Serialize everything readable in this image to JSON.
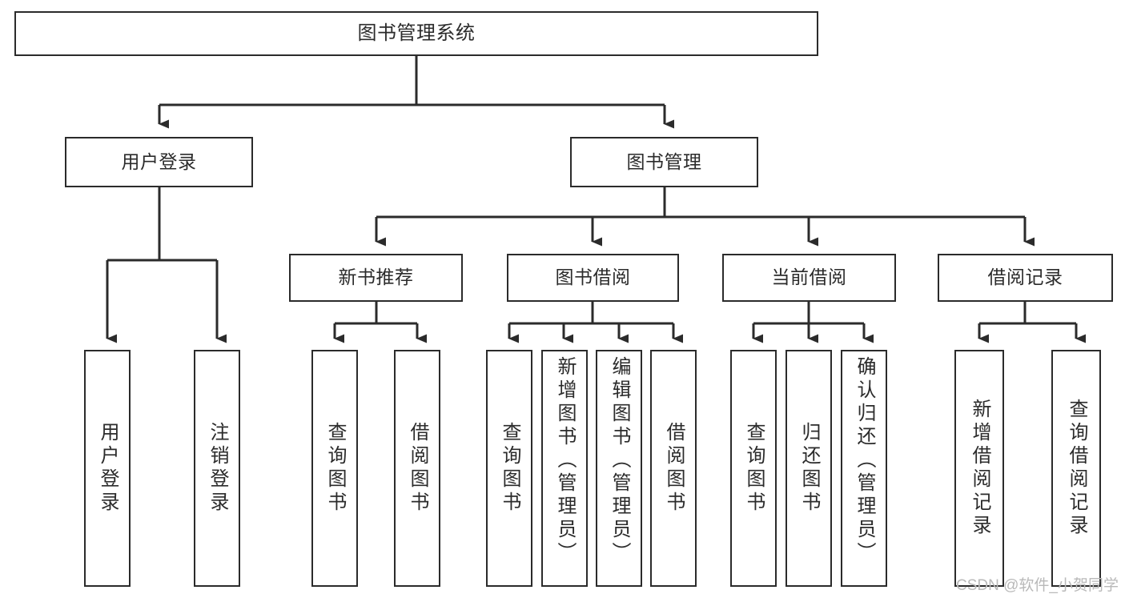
{
  "diagram": {
    "type": "tree",
    "title": "图书管理系统",
    "watermark": "CSDN @软件_小贺同学",
    "colors": {
      "box_border": "#2b2b2b",
      "box_fill": "#ffffff",
      "connector": "#2b2b2b",
      "watermark": "#b9b9b9",
      "background": "#ffffff"
    },
    "levels": {
      "root": {
        "label": "图书管理系统"
      },
      "level2": [
        {
          "label": "用户登录"
        },
        {
          "label": "图书管理"
        }
      ],
      "level3": [
        {
          "label": "新书推荐"
        },
        {
          "label": "图书借阅"
        },
        {
          "label": "当前借阅"
        },
        {
          "label": "借阅记录"
        }
      ],
      "leaves": {
        "user_login": [
          {
            "label": "用户登录"
          },
          {
            "label": "注销登录"
          }
        ],
        "new_book_recommend": [
          {
            "label": "查询图书"
          },
          {
            "label": "借阅图书"
          }
        ],
        "book_borrow": [
          {
            "label": "查询图书"
          },
          {
            "label": "新增图书（管理员）"
          },
          {
            "label": "编辑图书（管理员）"
          },
          {
            "label": "借阅图书"
          }
        ],
        "current_borrow": [
          {
            "label": "查询图书"
          },
          {
            "label": "归还图书"
          },
          {
            "label": "确认归还（管理员）"
          }
        ],
        "borrow_record": [
          {
            "label": "新增借阅记录"
          },
          {
            "label": "查询借阅记录"
          }
        ]
      }
    }
  }
}
